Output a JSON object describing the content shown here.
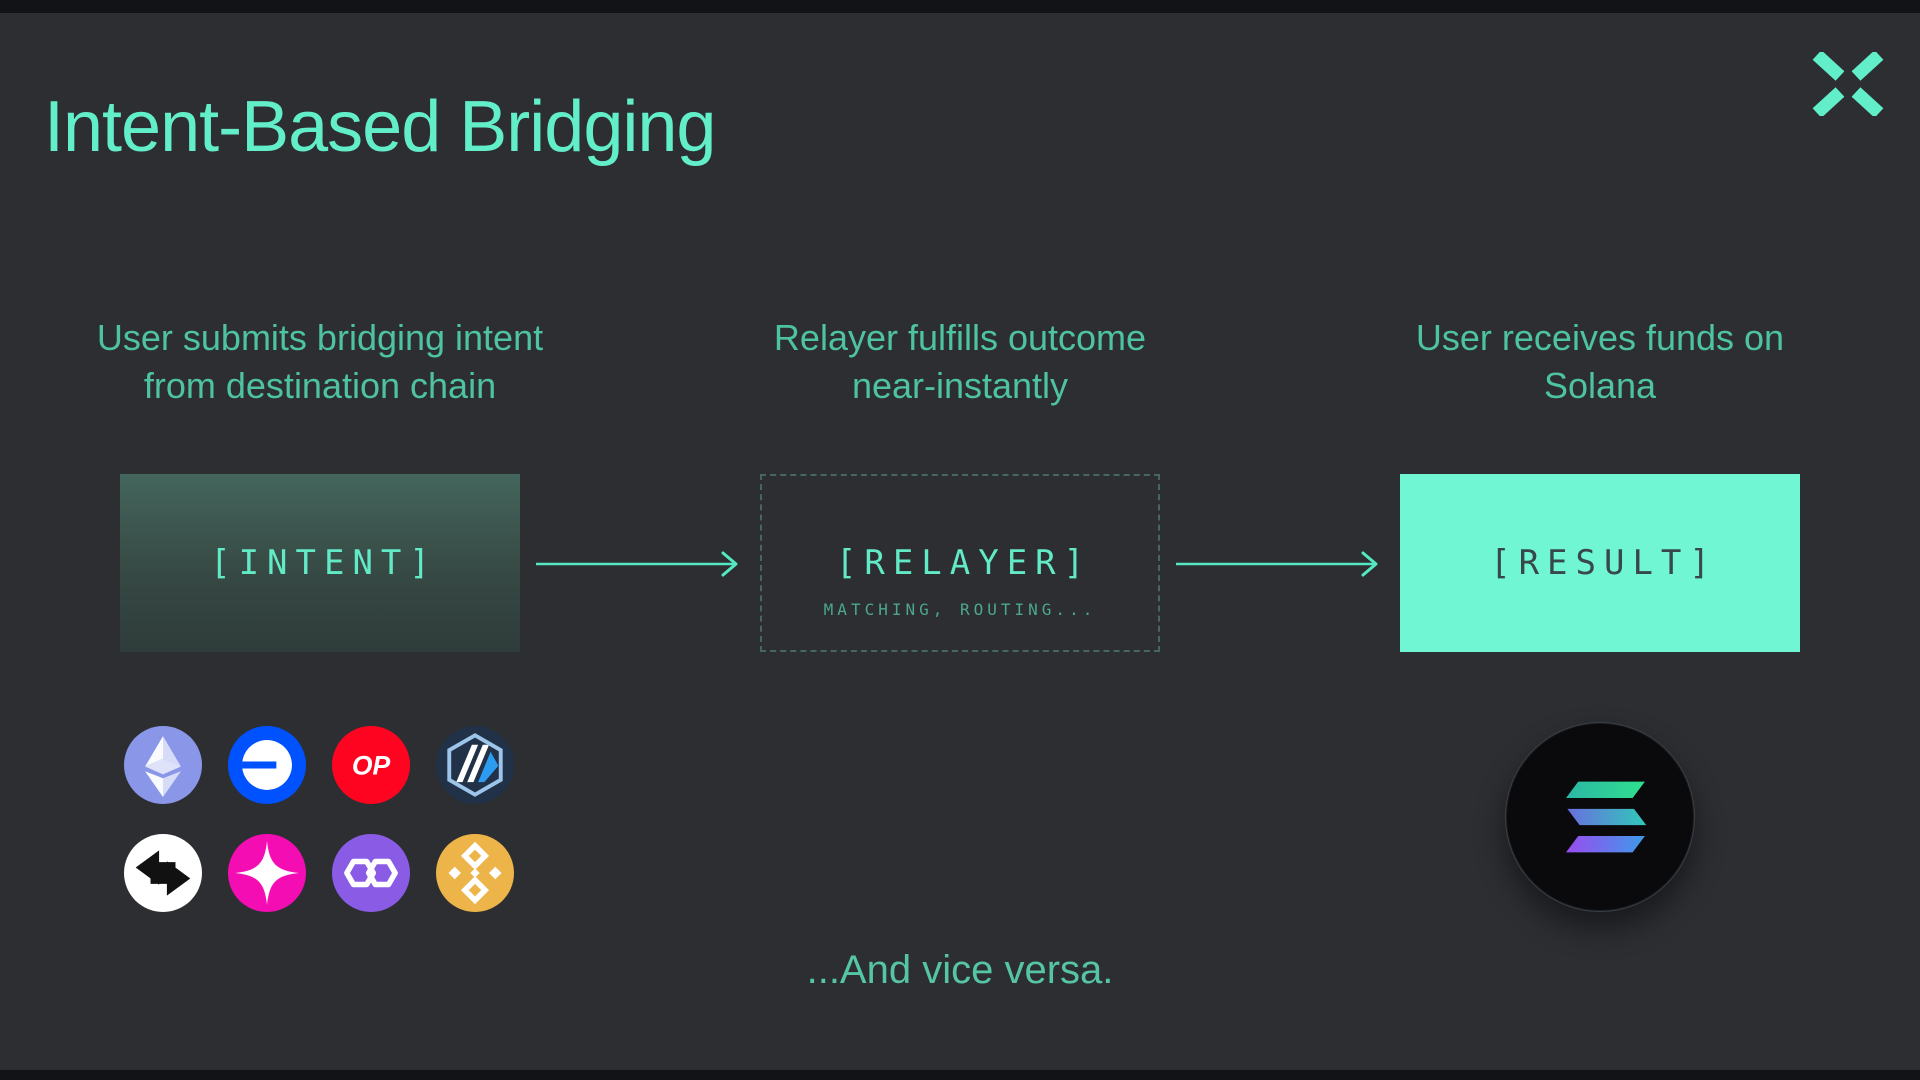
{
  "slide": {
    "title": "Intent-Based Bridging",
    "footer": "...And vice versa."
  },
  "brand": {
    "logo": "x-mark-logo",
    "accent_color": "#62EEC8"
  },
  "steps": [
    {
      "id": "intent",
      "heading_line1": "User submits bridging intent",
      "heading_line2": "from destination chain",
      "box_label": "[INTENT]",
      "box_style": "teal-gradient-filled"
    },
    {
      "id": "relayer",
      "heading_line1": "Relayer fulfills outcome",
      "heading_line2": "near-instantly",
      "box_label": "[RELAYER]",
      "box_sublabel": "MATCHING, ROUTING...",
      "box_style": "dashed-outline"
    },
    {
      "id": "result",
      "heading_line1": "User receives funds on",
      "heading_line2": "Solana",
      "box_label": "[RESULT]",
      "box_style": "solid-mint-filled"
    }
  ],
  "source_chains": [
    {
      "name": "Ethereum",
      "icon": "ethereum-icon",
      "color": "#8A97E9"
    },
    {
      "name": "Base",
      "icon": "base-icon",
      "color": "#0052FF"
    },
    {
      "name": "Optimism",
      "icon": "optimism-icon",
      "color": "#FF0420",
      "label": "OP"
    },
    {
      "name": "Arbitrum",
      "icon": "arbitrum-icon",
      "color": "#213147"
    },
    {
      "name": "zkSync",
      "icon": "zksync-arrows-icon",
      "color": "#FFFFFF"
    },
    {
      "name": "Unichain",
      "icon": "unichain-sparkle-icon",
      "color": "#F50DB4"
    },
    {
      "name": "Polygon",
      "icon": "polygon-icon",
      "color": "#8A5CE6"
    },
    {
      "name": "BNB Chain",
      "icon": "bnb-icon",
      "color": "#EDB549"
    }
  ],
  "destination_chain": {
    "name": "Solana",
    "icon": "solana-icon",
    "color": "#0A0A0D"
  },
  "colors": {
    "background": "#2C2E32",
    "letterbox_bars": "#121316",
    "title_text": "#62EEC8",
    "heading_text": "#4EC3A2",
    "box_label_text": "#62E9C5",
    "result_box_background": "#70F6D3",
    "result_box_text": "#37474A",
    "relayer_border": "#47665F",
    "relayer_sublabel_text": "#4CA78D",
    "arrow": "#57E8C3",
    "footer_text": "#55C5A6"
  }
}
